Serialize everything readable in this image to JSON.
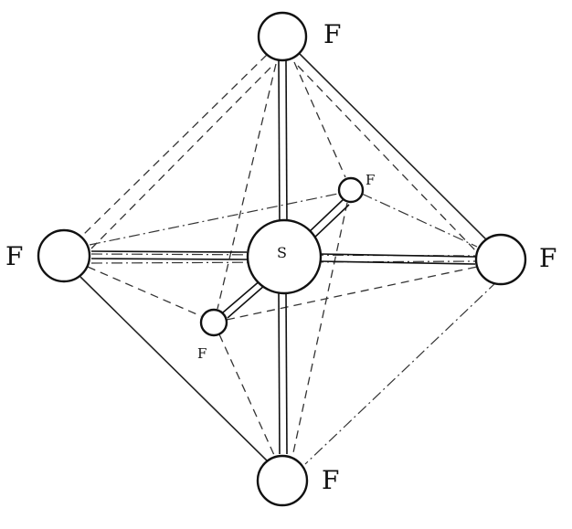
{
  "diagram": {
    "central_atom": {
      "label": "S"
    },
    "ligands": [
      {
        "id": "top",
        "label": "F"
      },
      {
        "id": "bottom",
        "label": "F"
      },
      {
        "id": "left",
        "label": "F"
      },
      {
        "id": "right",
        "label": "F"
      },
      {
        "id": "back",
        "label": "F"
      },
      {
        "id": "front",
        "label": "F"
      }
    ]
  }
}
